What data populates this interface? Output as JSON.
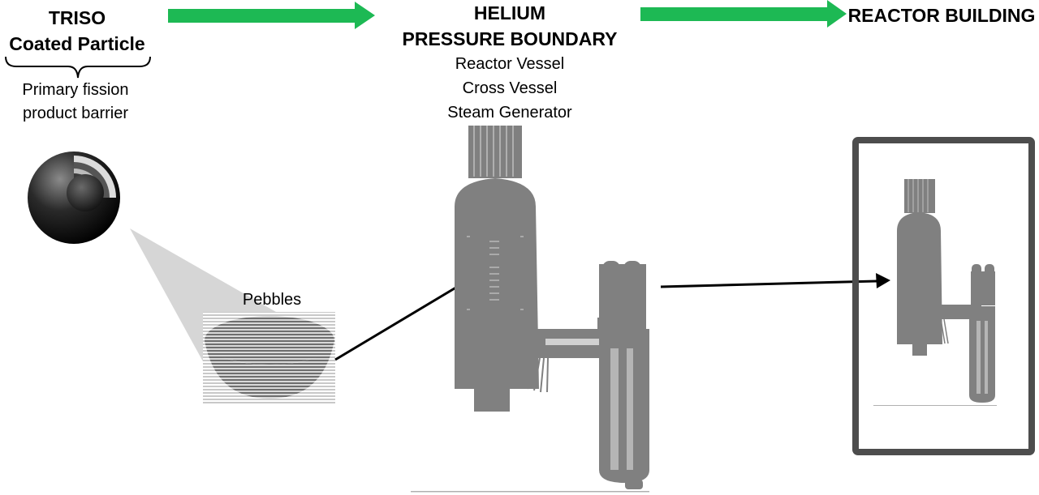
{
  "triso": {
    "title_line1": "TRISO",
    "title_line2": "Coated Particle",
    "desc_line1": "Primary fission",
    "desc_line2": "product barrier"
  },
  "helium": {
    "title_line1": "HELIUM",
    "title_line2": "PRESSURE BOUNDARY",
    "items": [
      "Reactor Vessel",
      "Cross Vessel",
      "Steam Generator"
    ]
  },
  "building": {
    "title": "REACTOR BUILDING"
  },
  "pebbles": {
    "label": "Pebbles"
  },
  "colors": {
    "arrow": "#1db954",
    "vessel": "#808080",
    "frame": "#4d4d4d"
  }
}
